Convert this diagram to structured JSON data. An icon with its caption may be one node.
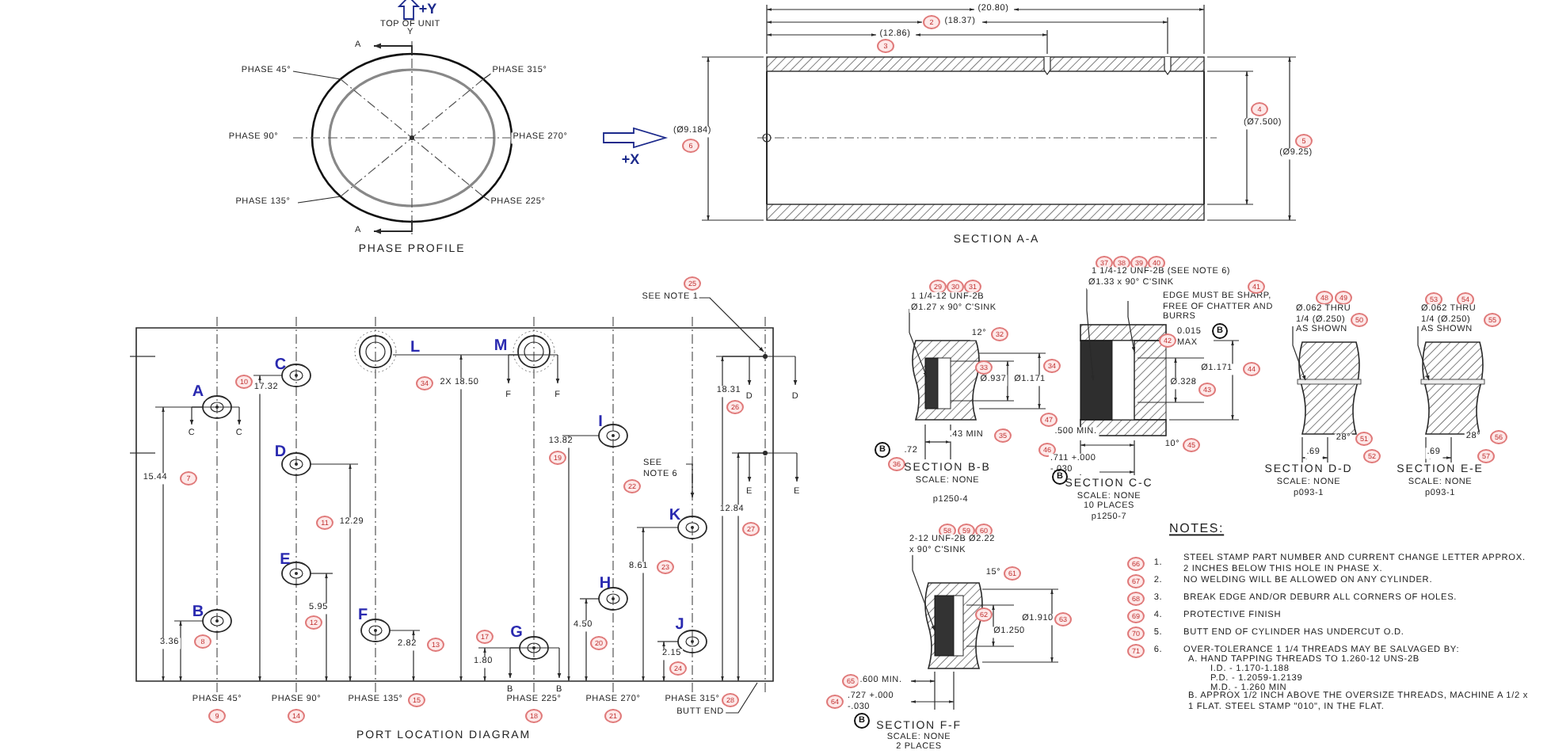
{
  "diagram": {
    "labels": [
      "+Y",
      "TOP OF UNIT",
      "Y",
      "A",
      "PHASE 45°",
      "PHASE 315°",
      "PHASE 90°",
      "PHASE 270°",
      "+X",
      "PHASE 135°",
      "PHASE 225°",
      "A",
      "PHASE PROFILE",
      "(20.80)",
      "2",
      "(18.37)",
      "(12.86)",
      "3",
      "(Ø9.184)",
      "6",
      "4",
      "(Ø7.500)",
      "5",
      "(Ø9.25)",
      "SECTION A-A",
      "25",
      "SEE NOTE 1",
      "L",
      "M",
      "C",
      "10",
      "17.32",
      "34",
      "2X 18.50",
      "F",
      "F",
      "18.31",
      "26",
      "D",
      "D",
      "A",
      "C",
      "C",
      "I",
      "13.82",
      "19",
      "D",
      "15.44",
      "7",
      "SEE NOTE 6",
      "22",
      "E",
      "E",
      "12.84",
      "27",
      "K",
      "11",
      "12.29",
      "E",
      "8.61",
      "23",
      "H",
      "5.95",
      "12",
      "B",
      "F",
      "J",
      "4.50",
      "G",
      "17",
      "3.36",
      "8",
      "2.82",
      "13",
      "20",
      "2.15",
      "1.80",
      "24",
      "B",
      "B",
      "PHASE 45°",
      "PHASE 90°",
      "PHASE 135°",
      "15",
      "PHASE 225°",
      "PHASE 270°",
      "PHASE 315°",
      "28",
      "9",
      "14",
      "18",
      "21",
      "BUTT END",
      "PORT LOCATION DIAGRAM",
      "29",
      "30",
      "31",
      "1 1/4-12 UNF-2B Ø1.27 x 90° C'SINK",
      "12°",
      "32",
      "33",
      "34",
      "Ø.937",
      "Ø1.171",
      ".43 MIN",
      "35",
      "B",
      ".72",
      "36",
      "SECTION B-B",
      "SCALE: NONE",
      "p1250-4",
      "37",
      "38",
      "39",
      "40",
      "1 1/4-12 UNF-2B (SEE NOTE 6)",
      "Ø1.33 x 90° C'SINK",
      "EDGE MUST BE SHARP, FREE OF CHATTER AND BURRS",
      "41",
      "0.015 MAX",
      "B",
      "42",
      "Ø1.171",
      "44",
      "Ø.328",
      "43",
      "47",
      ".500 MIN.",
      "10°",
      "45",
      "46",
      ".711 +.000 -.030",
      "B",
      "SECTION C-C",
      "SCALE: NONE",
      "10 PLACES",
      "p1250-7",
      "48",
      "49",
      "Ø.062 THRU 1/4 (Ø.250) AS SHOWN",
      "50",
      "28°",
      "51",
      ".69",
      "52",
      "SECTION D-D",
      "SCALE: NONE",
      "p093-1",
      "53",
      "54",
      "Ø.062 THRU 1/4 (Ø.250) AS SHOWN",
      "55",
      "28°",
      "56",
      ".69",
      "57",
      "SECTION E-E",
      "SCALE: NONE",
      "p093-1",
      "58",
      "59",
      "60",
      "2-12 UNF-2B Ø2.22 x 90° C'SINK",
      "15°",
      "61",
      "62",
      "Ø1.910",
      "63",
      "Ø1.250",
      "65",
      ".600 MIN.",
      "64",
      ".727 +.000 -.030",
      "B",
      "SECTION F-F",
      "SCALE: NONE",
      "2 PLACES",
      "NOTES:",
      "66",
      "1.",
      "STEEL STAMP PART NUMBER AND CURRENT CHANGE LETTER APPROX. 2 INCHES BELOW THIS HOLE IN PHASE X.",
      "67",
      "2.",
      "NO WELDING WILL BE ALLOWED ON ANY CYLINDER.",
      "68",
      "3.",
      "BREAK EDGE AND/OR DEBURR ALL CORNERS OF HOLES.",
      "69",
      "4.",
      "PROTECTIVE FINISH",
      "70",
      "5.",
      "BUTT END OF CYLINDER HAS UNDERCUT O.D.",
      "71",
      "6.",
      "OVER-TOLERANCE 1 1/4 THREADS MAY BE SALVAGED BY:",
      "A. HAND TAPPING THREADS TO 1.260-12 UNS-2B",
      "I.D. - 1.170-1.188",
      "P.D. - 1.2059-1.2139",
      "M.D. - 1.260 MIN",
      "B. APPROX 1/2 INCH ABOVE THE OVERSIZE THREADS, MACHINE A 1/2 x 1 FLAT. STEEL STAMP \"010\", IN THE FLAT."
    ]
  }
}
